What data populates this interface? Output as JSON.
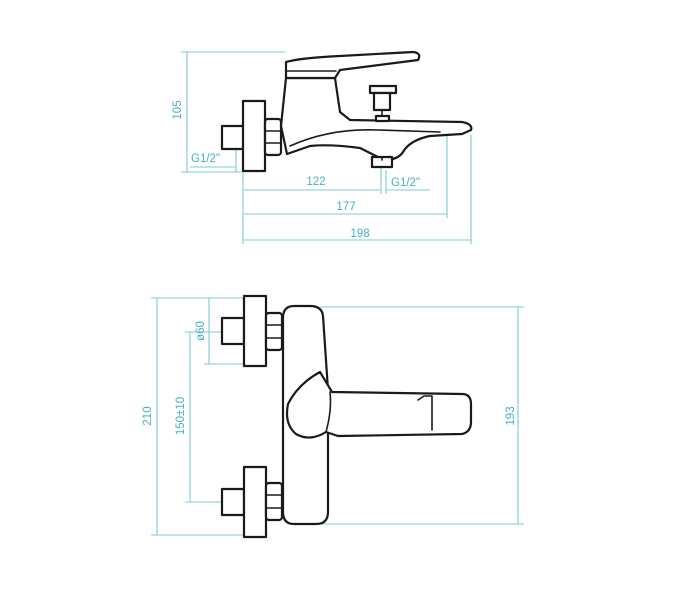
{
  "drawing": {
    "side_view": {
      "height_label": "105",
      "inlet_thread_label": "G1/2\"",
      "spout_outlet_thread_label": "G1/2\"",
      "dim_122_label": "122",
      "dim_177_label": "177",
      "dim_198_label": "198"
    },
    "front_view": {
      "overall_height_label": "210",
      "body_height_label": "193",
      "connection_spacing_label": "150±10",
      "flange_diameter_label": "ø60"
    },
    "colors": {
      "dimension_lines": "#7fc9d6",
      "dimension_text": "#4aaec2",
      "outline": "#1a1a1a"
    }
  }
}
